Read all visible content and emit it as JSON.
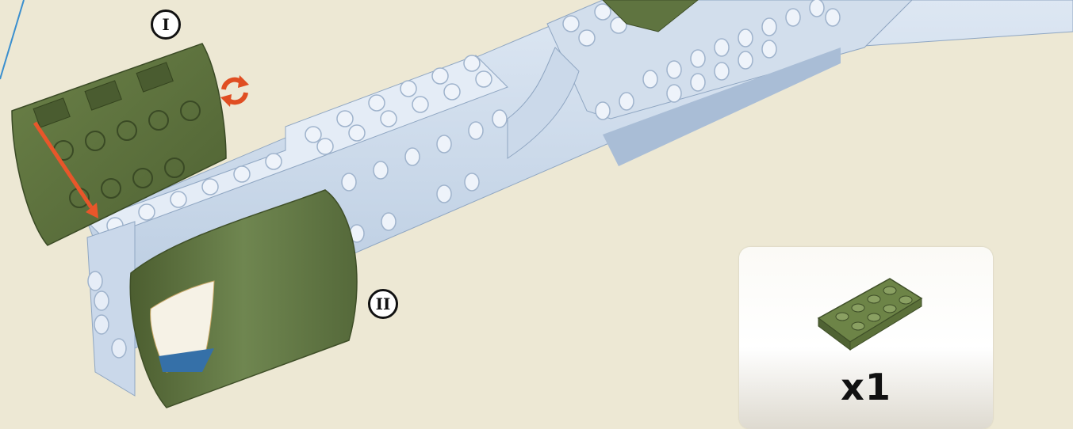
{
  "steps": {
    "marker_1": "I",
    "marker_2": "II"
  },
  "parts_list": {
    "quantity": "x1",
    "part_icon": "green-2x4-plate-icon"
  },
  "icons": {
    "rotate": "rotate-arrows-icon",
    "insert_arrow": "insert-arrow-icon"
  },
  "colors": {
    "background": "#ede8d4",
    "green_brick": "#5f7440",
    "light_blue_brick": "#c6d6ea",
    "arrow": "#e8562a"
  }
}
